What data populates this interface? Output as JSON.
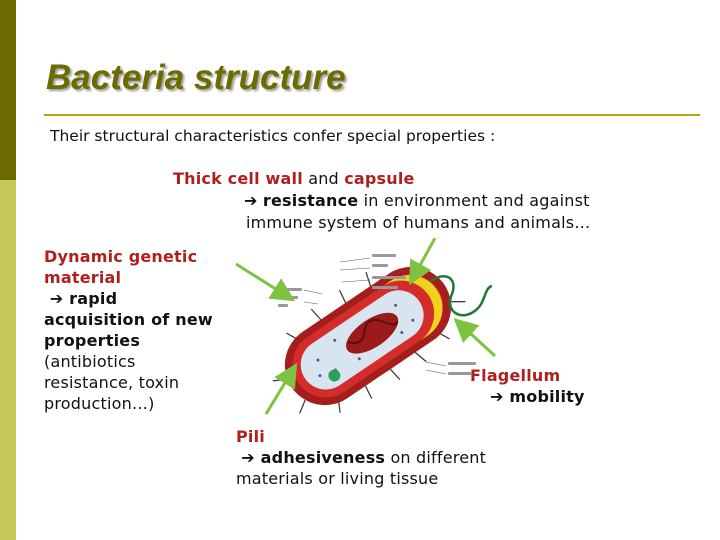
{
  "title": "Bacteria structure",
  "subtitle": "Their structural characteristics confer special properties :",
  "wall": {
    "term_a": "Thick cell wall",
    "conj": " and ",
    "term_b": "capsule",
    "arrow": "➔",
    "effect": "resistance",
    "effect_rest": " in environment and against",
    "line3": "immune system of humans and animals…"
  },
  "dynamic": {
    "term_1": "Dynamic genetic",
    "term_2": "material",
    "arrow": "➔",
    "effect_1": " rapid",
    "effect_2": "acquisition of new",
    "effect_3": "properties",
    "note_1": "(antibiotics",
    "note_2": "resistance, toxin",
    "note_3": "production…)"
  },
  "flagellum": {
    "term": "Flagellum",
    "arrow": "➔",
    "effect": " mobility"
  },
  "pili": {
    "term": "Pili",
    "arrow": "➔",
    "effect": " adhesiveness",
    "rest_1": " on different",
    "rest_2": "materials or living tissue"
  },
  "colors": {
    "title": "#6b6b00",
    "rule": "#b5a31a",
    "term_red": "#b11e1e",
    "pointer_arrow": "#7ec242",
    "sidebar_dark": "#6b6b00",
    "sidebar_light": "#c7c95a"
  }
}
